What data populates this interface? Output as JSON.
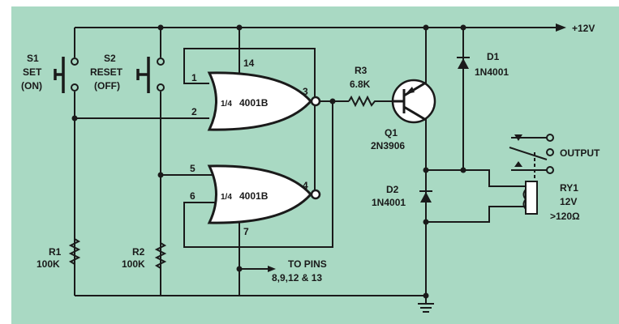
{
  "supply": "+12V",
  "s1": {
    "name": "S1",
    "label": "SET",
    "state": "(ON)"
  },
  "s2": {
    "name": "S2",
    "label": "RESET",
    "state": "(OFF)"
  },
  "gate1": {
    "frac": "1/4",
    "part": "4001B",
    "pins": [
      "14",
      "1",
      "2",
      "3"
    ]
  },
  "gate2": {
    "frac": "1/4",
    "part": "4001B",
    "pins": [
      "5",
      "6",
      "4",
      "7"
    ]
  },
  "r1": {
    "name": "R1",
    "value": "100K"
  },
  "r2": {
    "name": "R2",
    "value": "100K"
  },
  "r3": {
    "name": "R3",
    "value": "6.8K"
  },
  "q1": {
    "name": "Q1",
    "part": "2N3906"
  },
  "d1": {
    "name": "D1",
    "part": "1N4001"
  },
  "d2": {
    "name": "D2",
    "part": "1N4001"
  },
  "ry1": {
    "name": "RY1",
    "voltage": "12V",
    "resistance": ">120Ω"
  },
  "output_label": "OUTPUT",
  "to_pins": {
    "line1": "TO PINS",
    "line2": "8,9,12 & 13"
  },
  "colors": {
    "background": "#a9d9c3",
    "ink": "#1a1a1a"
  }
}
